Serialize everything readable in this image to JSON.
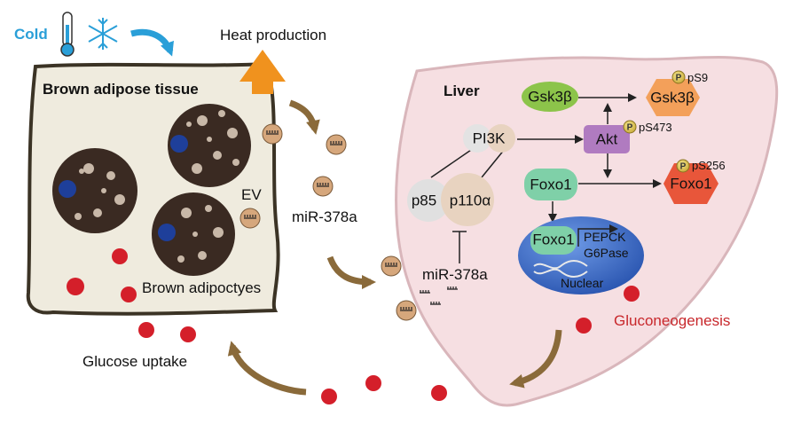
{
  "labels": {
    "cold": "Cold",
    "heat_production": "Heat production",
    "brown_adipose_tissue": "Brown adipose tissue",
    "ev": "EV",
    "mir_378a_mid": "miR-378a",
    "brown_adipocytes": "Brown adipoctyes",
    "glucose_uptake": "Glucose uptake",
    "liver": "Liver",
    "gluconeogenesis": "Gluconeogenesis"
  },
  "nodes": {
    "gsk3b": "Gsk3β",
    "gsk3b_p": "Gsk3β",
    "ps9": "pS9",
    "pi3k": "PI3K",
    "akt": "Akt",
    "ps473": "pS473",
    "foxo1": "Foxo1",
    "foxo1_p": "Foxo1",
    "ps256": "pS256",
    "p85": "p85",
    "p110a": "p110α",
    "mir_378a_liver": "miR-378a",
    "foxo1_nuc": "Foxo1",
    "pepck": "PEPCK",
    "g6pase": "G6Pase",
    "nuclear": "Nuclear",
    "p": "P"
  },
  "colors": {
    "cold": "#2a9fd8",
    "heat": "#f0921e",
    "tissue": "#efebde",
    "adipocyte": "#3a2a22",
    "nucleus_cell": "#1e3f9a",
    "liver": "#f6dfe2",
    "arrow_brown": "#8a6a3a",
    "blood": "#d41f2a",
    "gsk3b": "#8cc44a",
    "gsk3b_p": "#f3a05a",
    "akt": "#b07bc0",
    "foxo1": "#7fd0a8",
    "foxo1_p": "#e8563a",
    "nuclear": "#3f6ec8",
    "gluconeogenesis": "#c8282c"
  }
}
